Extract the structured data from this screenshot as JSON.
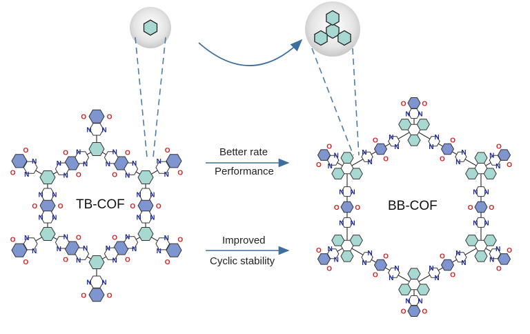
{
  "labels": {
    "tb_cof": "TB-COF",
    "bb_cof": "BB-COF",
    "arrow1_top": "Better rate",
    "arrow1_bottom": "Performance",
    "arrow2_top": "Improved",
    "arrow2_bottom": "Cyclic stability"
  },
  "atoms": {
    "nitrogen": "N",
    "oxygen": "O"
  },
  "colors": {
    "quinone_ring": "#7f95cf",
    "core_ring": "#a8d8d2",
    "nitrogen": "#1c2a9a",
    "oxygen": "#d02020",
    "arrow": "#3d6e9e",
    "dash": "#4a7bab"
  }
}
